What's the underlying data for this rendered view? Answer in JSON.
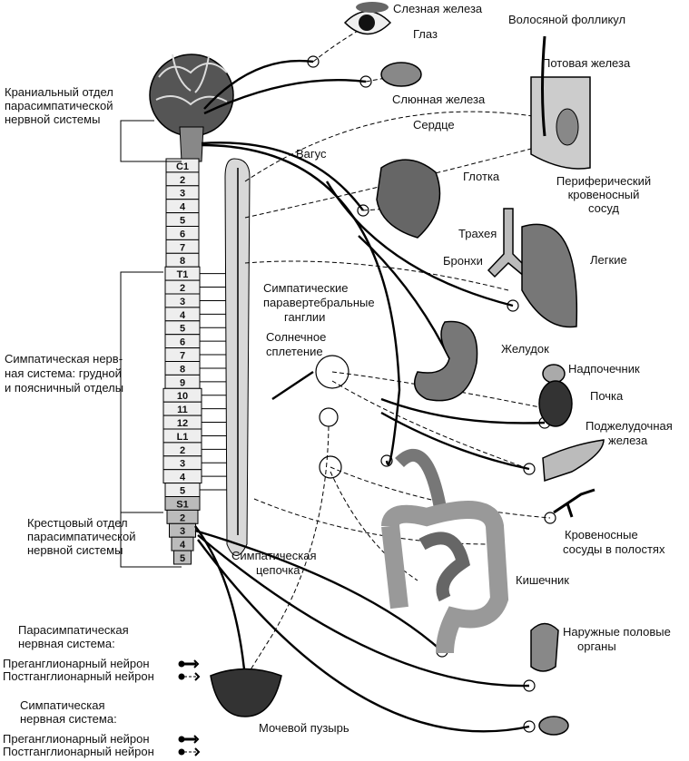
{
  "labels": {
    "lacrimal_gland": "Слезная железа",
    "eye": "Глаз",
    "hair_follicle": "Волосяной фолликул",
    "sweat_gland": "Потовая железа",
    "salivary_gland": "Слюнная железа",
    "cranial": [
      "Краниальный отдел",
      "парасимпатической",
      "нервной системы"
    ],
    "vagus": "Вагус",
    "heart": "Сердце",
    "peripheral_vessel": [
      "Периферический",
      "кровеносный",
      "сосуд"
    ],
    "pharynx": "Глотка",
    "trachea": "Трахея",
    "bronchi": "Бронхи",
    "lungs": "Легкие",
    "paravertebral": [
      "Симпатические",
      "паравертебральные",
      "ганглии"
    ],
    "solar_plexus": [
      "Солнечное",
      "сплетение"
    ],
    "thoracolumbar": [
      "Симпатическая нерв-",
      "ная система: грудной",
      "и поясничный отделы"
    ],
    "stomach": "Желудок",
    "adrenal": "Надпочечник",
    "kidney": "Почка",
    "pancreas": [
      "Поджелудочная",
      "железа"
    ],
    "vessels_cavities": [
      "Кровеносные",
      "сосуды в полостях"
    ],
    "sacral": [
      "Крестцовый отдел",
      "парасимпатической",
      "нервной системы"
    ],
    "sympathetic_chain": [
      "Симпатическая",
      "цепочка"
    ],
    "intestine": "Кишечник",
    "genitals": [
      "Наружные половые",
      "органы"
    ],
    "bladder": "Мочевой пузырь"
  },
  "spinal_segments": [
    "C1",
    "2",
    "3",
    "4",
    "5",
    "6",
    "7",
    "8",
    "T1",
    "2",
    "3",
    "4",
    "5",
    "6",
    "7",
    "8",
    "9",
    "10",
    "11",
    "12",
    "L1",
    "2",
    "3",
    "4",
    "5",
    "S1",
    "2",
    "3",
    "4",
    "5"
  ],
  "legend": {
    "parasympathetic_title": [
      "Парасимпатическая",
      "нервная система:"
    ],
    "sympathetic_title": [
      "Симпатическая",
      "нервная система:"
    ],
    "preganglionic": "Преганглионарный нейрон",
    "postganglionic": "Постганглионарный нейрон"
  }
}
